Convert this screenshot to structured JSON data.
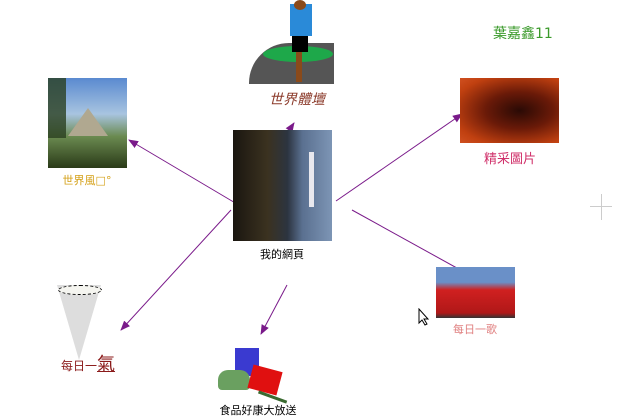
{
  "title": "葉嘉鑫11",
  "center": {
    "label": "我的網頁",
    "icon": "washington-monument-photo"
  },
  "nodes": [
    {
      "id": "sports",
      "label": "世界體壇",
      "icon": "runner-clipart",
      "color": "#8b3a2a"
    },
    {
      "id": "scenery",
      "label": "世界風□°",
      "icon": "pyramid-photo",
      "color": "#d4a017"
    },
    {
      "id": "pictures",
      "label": "精采圖片",
      "icon": "canyon-photo",
      "color": "#d0306a"
    },
    {
      "id": "song",
      "label": "每日一歌",
      "icon": "guards-photo",
      "color": "#e08080"
    },
    {
      "id": "weather_a",
      "label": "每日一",
      "label_big": "氣",
      "icon": "tornado-clipart",
      "color": "#8b1a1a"
    },
    {
      "id": "food",
      "label": "食品好康大放送",
      "icon": "fastfood-clipart",
      "color": "#000000"
    }
  ],
  "colors": {
    "arrow": "#7a1a8a",
    "title": "#3a9a2a"
  }
}
